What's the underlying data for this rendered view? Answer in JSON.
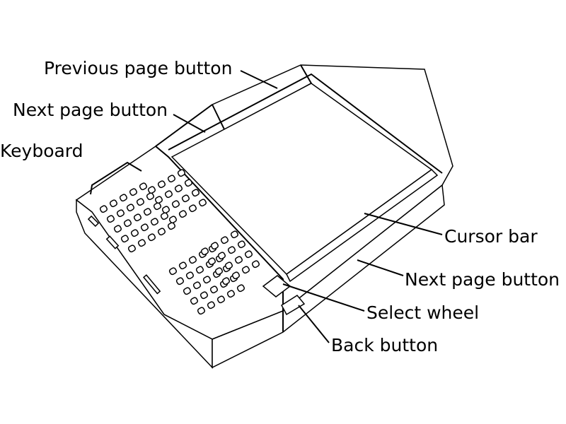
{
  "labels": {
    "previous_page_button": "Previous page button",
    "next_page_button_left": "Next page button",
    "keyboard": "Keyboard",
    "cursor_bar": "Cursor bar",
    "next_page_button_right": "Next page button",
    "select_wheel": "Select wheel",
    "back_button": "Back button"
  }
}
